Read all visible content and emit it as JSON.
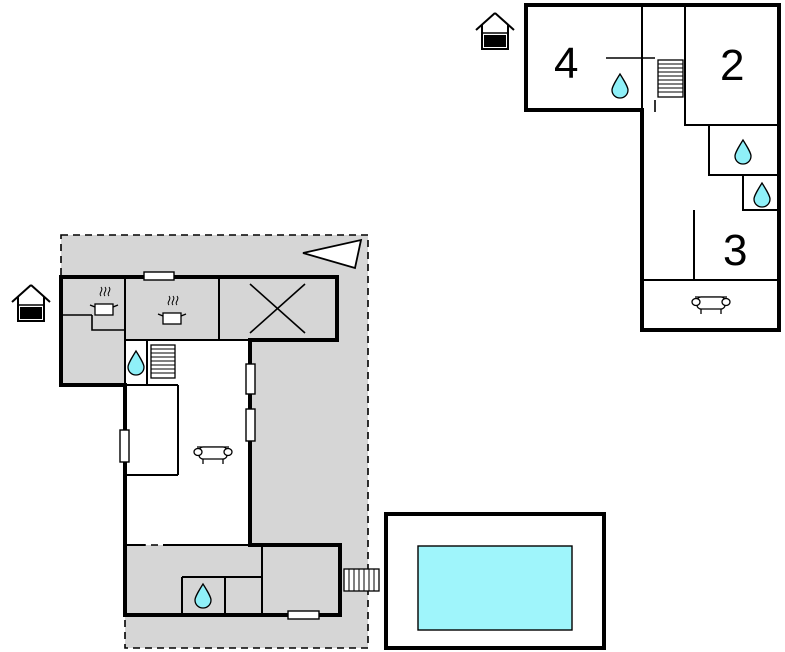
{
  "floor_plan": {
    "room_numbers": [
      "4",
      "2",
      "3"
    ],
    "colors": {
      "terrace": "#d6d6d6",
      "pool_water": "#9ff5fb",
      "wall": "#000000",
      "water_drop": "#8ff0f8"
    },
    "icons": [
      "entrance-house-icon",
      "cooking-pot-icon",
      "sofa-icon",
      "water-drop-icon",
      "staircase-icon",
      "compass-arrow-icon"
    ]
  }
}
